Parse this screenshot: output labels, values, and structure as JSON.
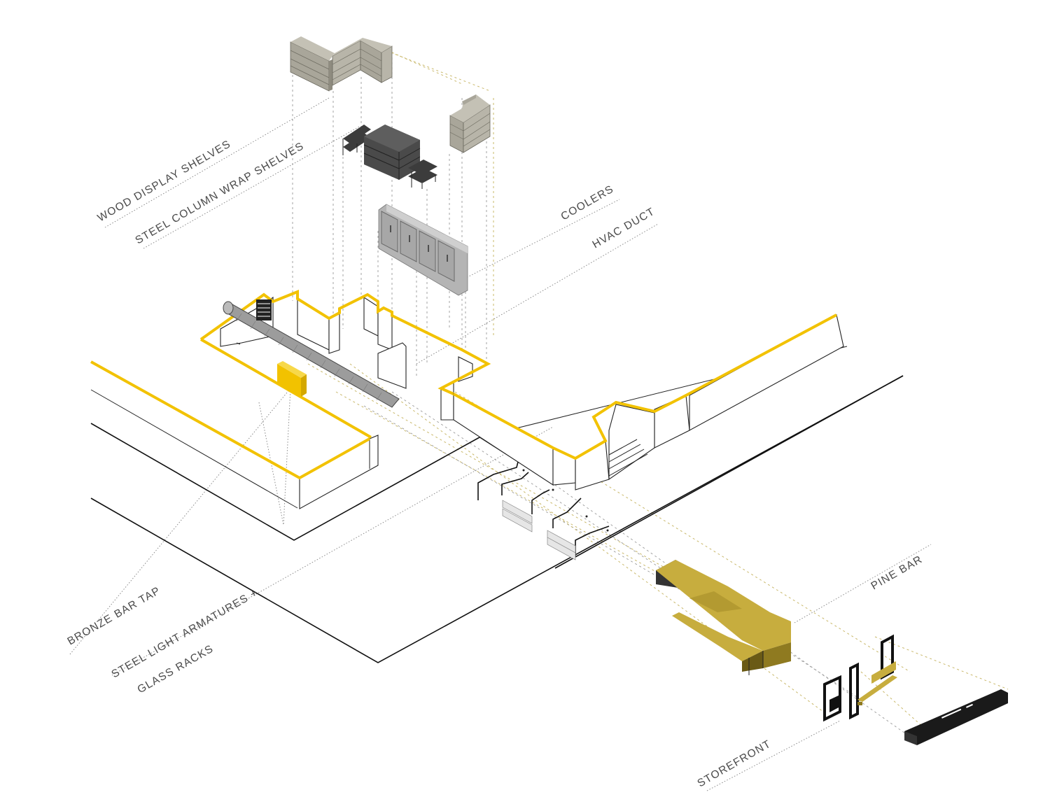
{
  "labels": {
    "wood_display_shelves": "WOOD DISPLAY SHELVES",
    "steel_column_wrap_shelves": "STEEL COLUMN WRAP SHELVES",
    "coolers": "COOLERS",
    "hvac_duct": "HVAC DUCT",
    "bronze_bar_tap": "BRONZE BAR TAP",
    "steel_light_armatures_1": "STEEL LIGHT ARMATURES +",
    "steel_light_armatures_2": "GLASS RACKS",
    "pine_bar": "PINE BAR",
    "storefront": "STOREFRONT"
  },
  "colors": {
    "highlight_yellow": "#f2c200",
    "wood_shelves": "#a9a69a",
    "steel_shelves": "#3c3c3c",
    "coolers": "#b4b4b4",
    "pine_bar": "#c7ad3e",
    "bronze_tap": "#f2c200",
    "sign": "#1a1a1a"
  }
}
